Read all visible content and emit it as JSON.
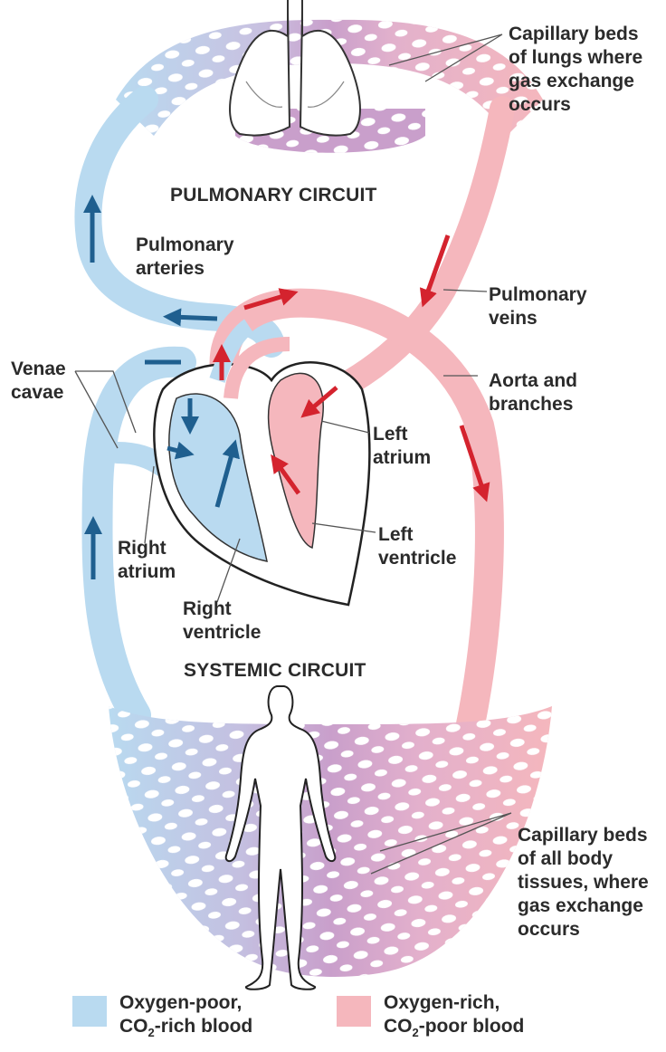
{
  "headings": {
    "pulmonary": "PULMONARY CIRCUIT",
    "systemic": "SYSTEMIC CIRCUIT"
  },
  "labels": {
    "capillary_lungs": [
      "Capillary beds",
      "of lungs where",
      "gas exchange",
      "occurs"
    ],
    "pulmonary_arteries": [
      "Pulmonary",
      "arteries"
    ],
    "pulmonary_veins": [
      "Pulmonary",
      "veins"
    ],
    "venae_cavae": [
      "Venae",
      "cavae"
    ],
    "aorta": [
      "Aorta and",
      "branches"
    ],
    "left_atrium": [
      "Left",
      "atrium"
    ],
    "left_ventricle": [
      "Left",
      "ventricle"
    ],
    "right_atrium": [
      "Right",
      "atrium"
    ],
    "right_ventricle": [
      "Right",
      "ventricle"
    ],
    "capillary_body": [
      "Capillary beds",
      "of all body",
      "tissues, where",
      "gas exchange",
      "occurs"
    ]
  },
  "legend": {
    "poor": {
      "line1": "Oxygen-poor,",
      "line2_pre": "CO",
      "line2_sub": "2",
      "line2_post": "-rich blood",
      "color": "#b9daf0"
    },
    "rich": {
      "line1": "Oxygen-rich,",
      "line2_pre": "CO",
      "line2_sub": "2",
      "line2_post": "-poor blood",
      "color": "#f5b7bd"
    }
  },
  "colors": {
    "oxygen_poor": "#b9daf0",
    "oxygen_rich": "#f5b7bd",
    "capillary_mix": "#c99fcb",
    "arrow_blue": "#1f5f8f",
    "arrow_red": "#d4232e",
    "outline": "#333333"
  }
}
